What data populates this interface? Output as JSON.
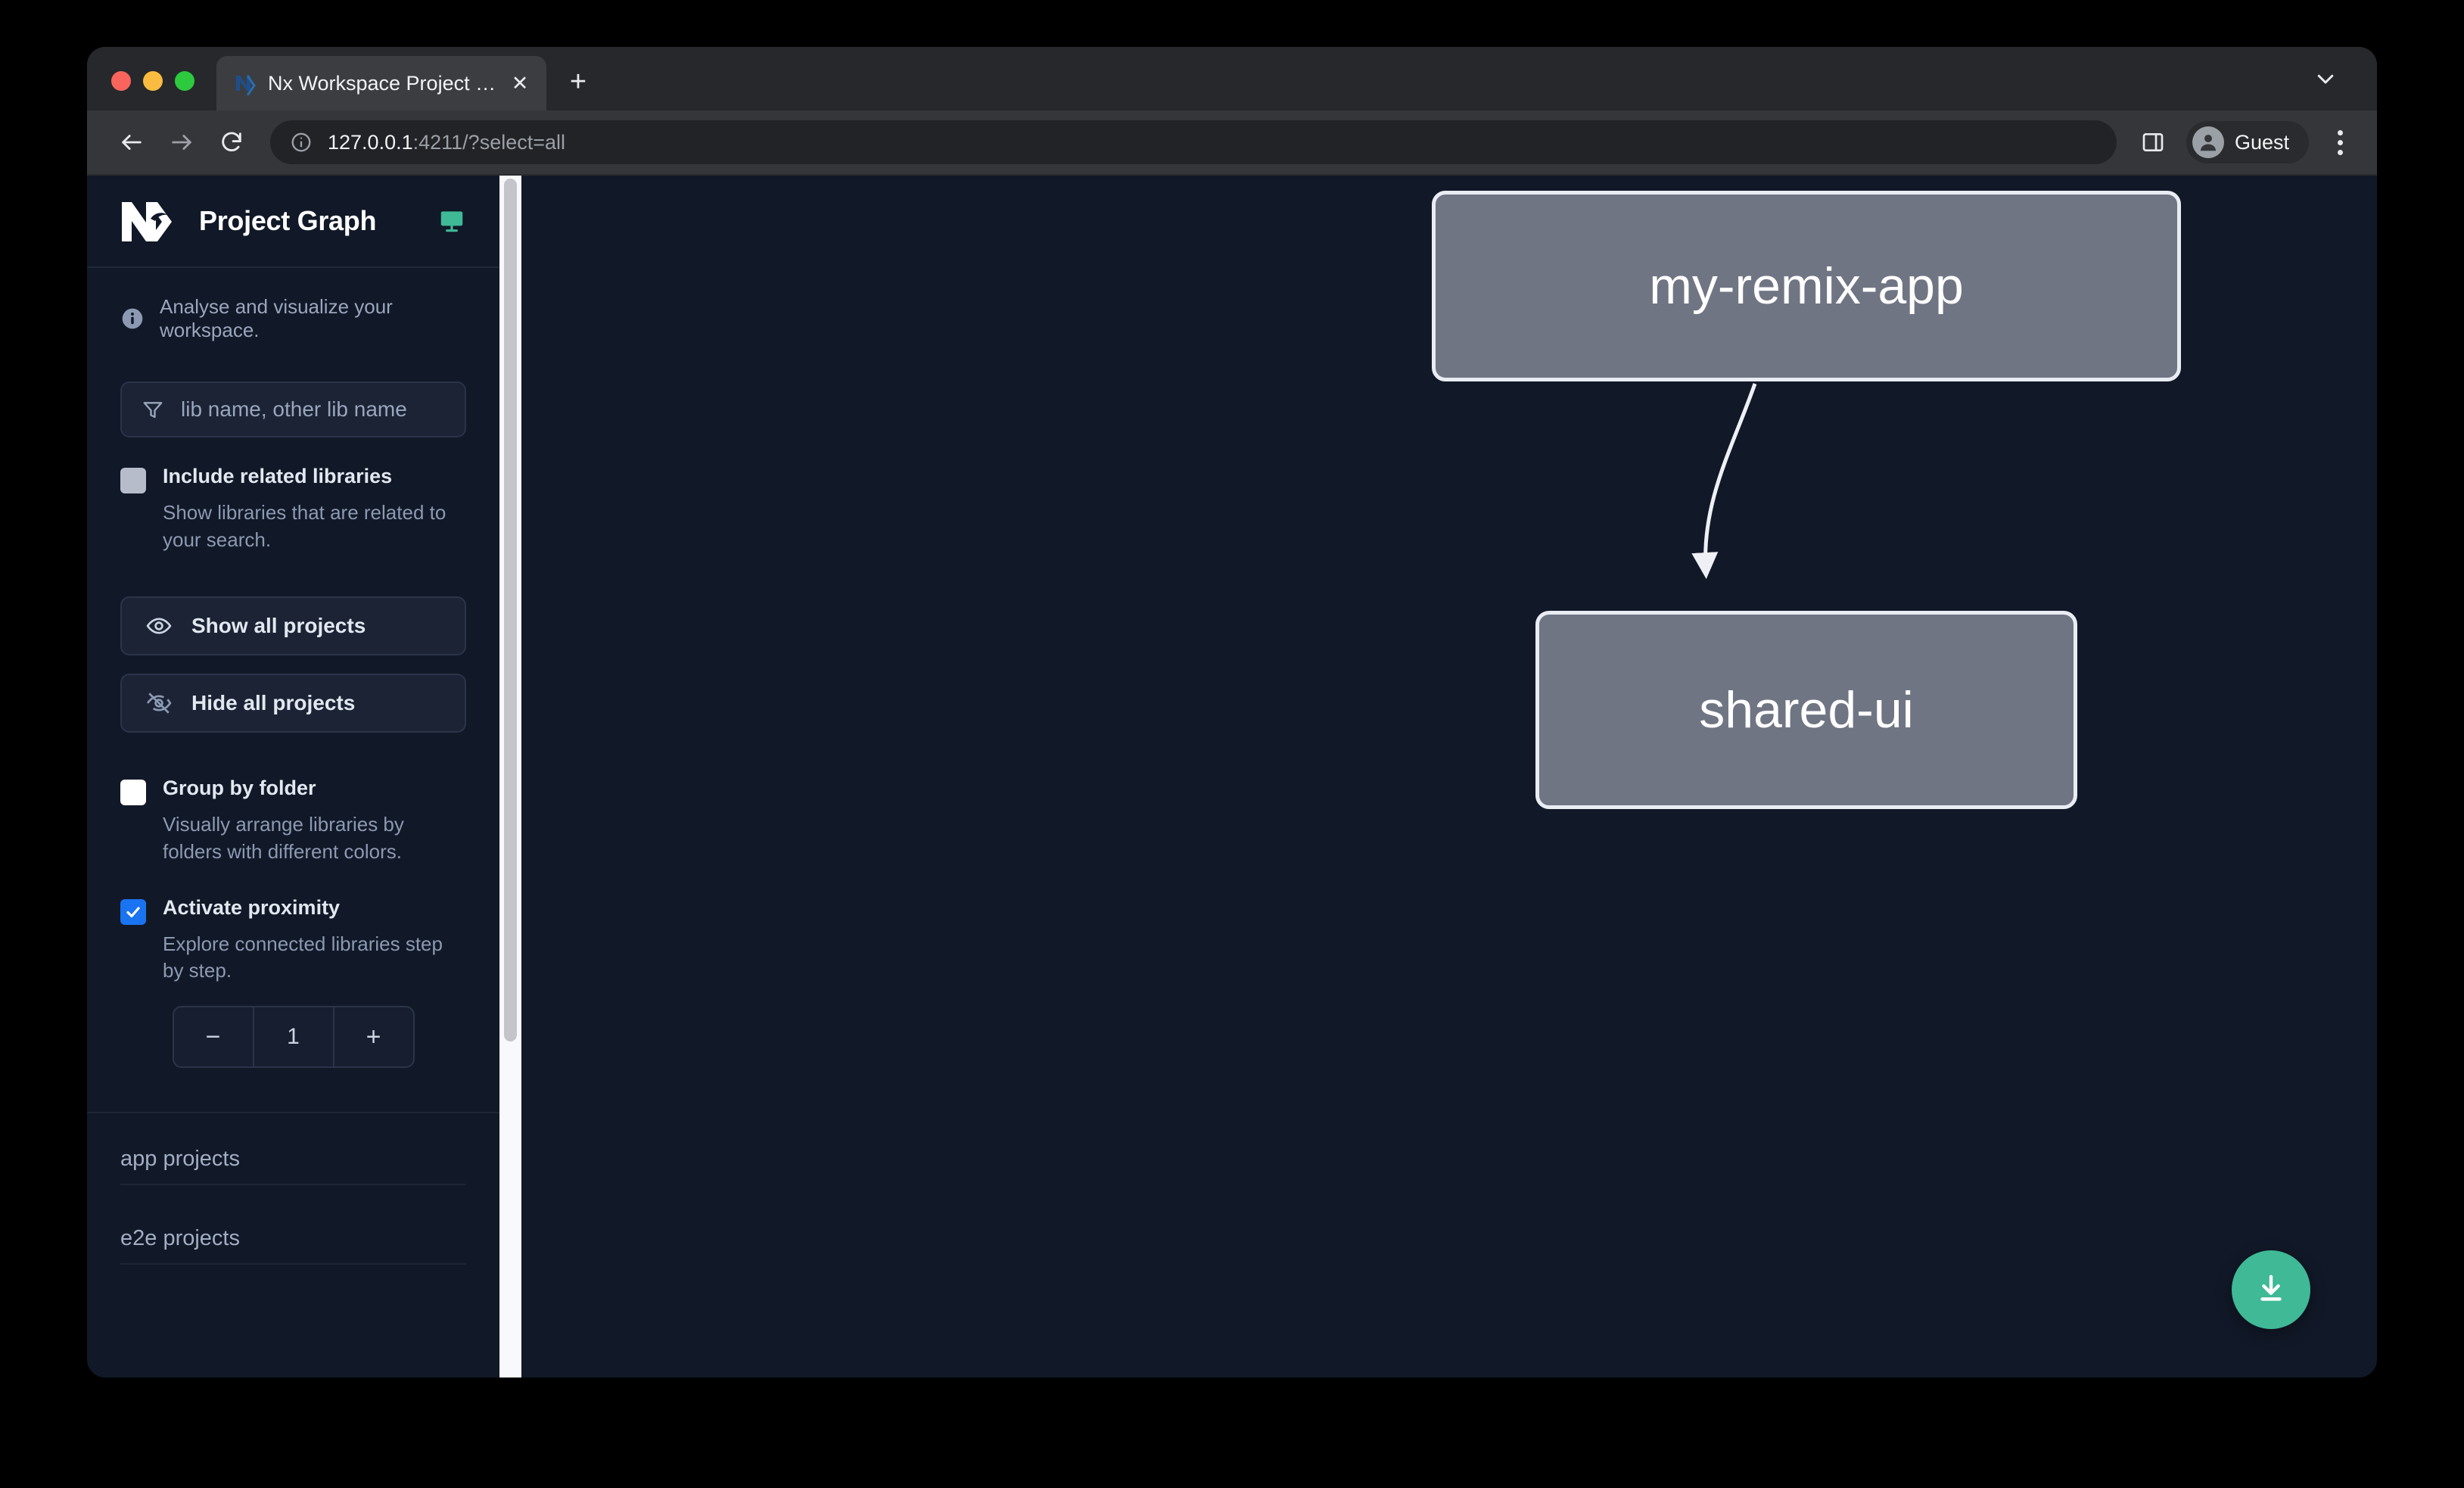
{
  "browser": {
    "tab": {
      "favicon": "nx-favicon",
      "title": "Nx Workspace Project Graph",
      "close_label": "✕"
    },
    "new_tab_label": "+",
    "toolbar": {
      "back_icon": "back-arrow-icon",
      "forward_icon": "forward-arrow-icon",
      "reload_icon": "reload-icon",
      "info_icon": "site-info-icon",
      "url_host": "127.0.0.1",
      "url_rest": ":4211/?select=all",
      "side_panel_icon": "side-panel-icon",
      "profile_name": "Guest",
      "profile_icon": "user-avatar-icon",
      "menu_icon": "kebab-menu-icon"
    },
    "tabstrip_chevron_icon": "chevron-down-icon"
  },
  "sidebar": {
    "logo": "nx-logo",
    "title": "Project Graph",
    "monitor_icon": "monitor-icon",
    "tagline": {
      "icon": "info-icon",
      "text": "Analyse and visualize your workspace."
    },
    "filter": {
      "icon": "filter-icon",
      "placeholder": "lib name, other lib name",
      "value": ""
    },
    "options": [
      {
        "id": "include-related-libraries",
        "label": "Include related libraries",
        "description": "Show libraries that are related to your search.",
        "checked": false,
        "checkbox_style": "gray"
      },
      {
        "id": "group-by-folder",
        "label": "Group by folder",
        "description": "Visually arrange libraries by folders with different colors.",
        "checked": false,
        "checkbox_style": "white"
      },
      {
        "id": "activate-proximity",
        "label": "Activate proximity",
        "description": "Explore connected libraries step by step.",
        "checked": true,
        "checkbox_style": "blue"
      }
    ],
    "buttons": [
      {
        "id": "show-all-projects",
        "icon": "eye-icon",
        "label": "Show all projects"
      },
      {
        "id": "hide-all-projects",
        "icon": "eye-off-icon",
        "label": "Hide all projects"
      }
    ],
    "proximity_stepper": {
      "decrement_label": "−",
      "value": "1",
      "increment_label": "+"
    },
    "groups": [
      {
        "id": "app-projects",
        "label": "app projects"
      },
      {
        "id": "e2e-projects",
        "label": "e2e projects"
      }
    ],
    "scrollbar": {
      "name": "sidebar-scrollbar"
    }
  },
  "canvas": {
    "nodes": [
      {
        "id": "my-remix-app",
        "label": "my-remix-app"
      },
      {
        "id": "shared-ui",
        "label": "shared-ui"
      }
    ],
    "edges": [
      {
        "from": "my-remix-app",
        "to": "shared-ui"
      }
    ],
    "download_button": {
      "icon": "download-icon",
      "color": "#3fb996"
    }
  },
  "colors": {
    "page_background": "#111827",
    "sidebar_background": "#111827",
    "node_fill": "#707584",
    "node_border": "#e9ecf3",
    "accent_green": "#3fb996",
    "checkbox_blue": "#1a73f0"
  }
}
